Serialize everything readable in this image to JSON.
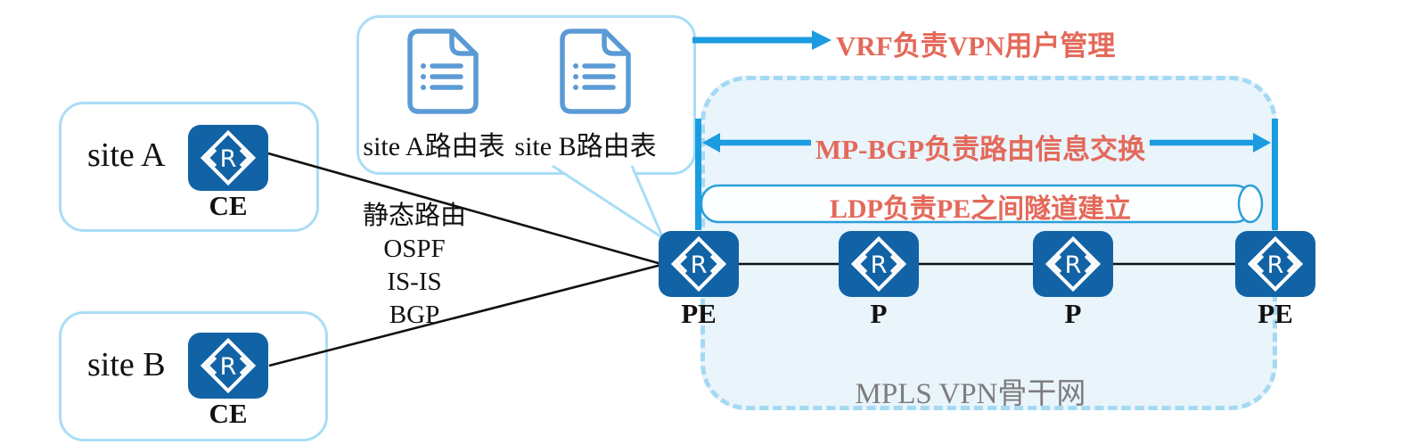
{
  "diagram": {
    "sites": [
      {
        "label": "site A",
        "device": "CE"
      },
      {
        "label": "site B",
        "device": "CE"
      }
    ],
    "routing_table_callout": {
      "docs": [
        "site A路由表",
        "site B路由表"
      ]
    },
    "ce_pe_protocols": [
      "静态路由",
      "OSPF",
      "IS-IS",
      "BGP"
    ],
    "annotations": {
      "vrf": "VRF负责VPN用户管理",
      "mp_bgp": "MP-BGP负责路由信息交换",
      "ldp": "LDP负责PE之间隧道建立"
    },
    "backbone": {
      "label": "MPLS VPN骨干网",
      "routers": [
        "PE",
        "P",
        "P",
        "PE"
      ]
    },
    "router_glyph": "R",
    "colors": {
      "router_blue": "#1263a5",
      "accent_blue": "#1b9ce0",
      "light_blue_border": "#a9ddf6",
      "dashed_border": "#a5d9f3",
      "backbone_fill": "#e9f4fb",
      "annotation_red": "#e4695a",
      "doc_icon_blue": "#5b9bd5",
      "backbone_label_gray": "#7d7d7d",
      "line_black": "#111111"
    }
  }
}
